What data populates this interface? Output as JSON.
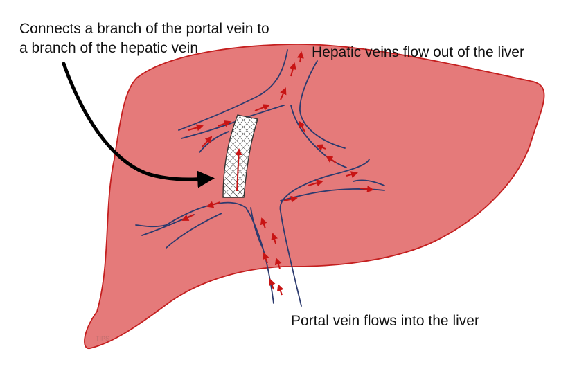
{
  "labels": {
    "shunt_line1": "Connects a branch of the portal vein to",
    "shunt_line2": "a branch of the hepatic vein",
    "hepatic": "Hepatic veins flow out of the liver",
    "portal": "Portal vein flows into the liver",
    "watermark": "TIPS"
  },
  "colors": {
    "liver_fill": "#e57a7a",
    "liver_outline": "#c41f1f",
    "vein_line": "#2c3a6e",
    "flow_arrow": "#c81414",
    "pointer_arrow": "#000000",
    "stent_fill": "#ffffff",
    "stent_mesh": "#333333"
  },
  "icons": {
    "pointer": "curved-pointer-arrow-icon",
    "flow": "flow-arrow-icon"
  }
}
